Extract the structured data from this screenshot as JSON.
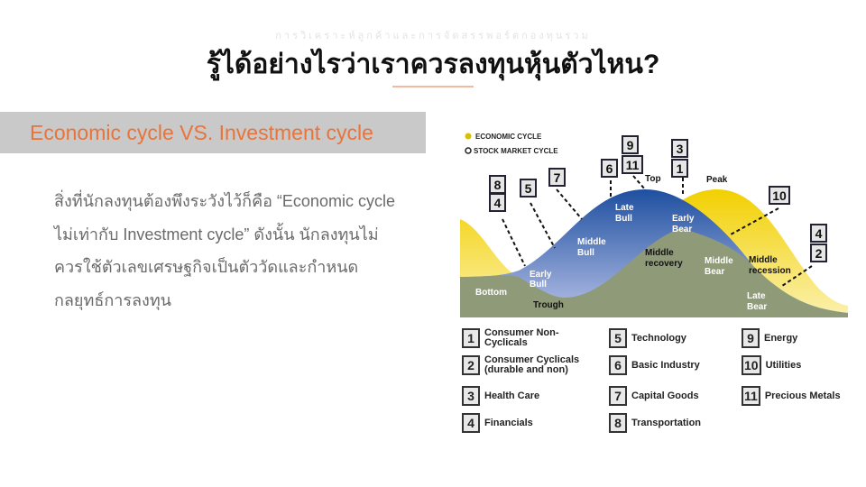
{
  "header": {
    "subtitle": "การวิเคราะห์ลูกค้าและการจัดสรรพอร์ตกองทุนรวม",
    "title": "รู้ได้อย่างไรว่าเราควรลงทุนหุ้นตัวไหน?"
  },
  "section": {
    "band_title": "Economic cycle VS. Investment cycle",
    "paragraph": "สิ่งที่นักลงทุนต้องพึงระวังไว้ก็คือ “Economic cycle ไม่เท่ากับ Investment cycle” ดังนั้น นักลงทุนไม่ควรใช้ตัวเลขเศรษฐกิจเป็นตัววัดและกำหนดกลยุทธ์การลงทุน"
  },
  "diagram": {
    "legend_top": [
      "ECONOMIC CYCLE",
      "STOCK MARKET CYCLE"
    ],
    "phases": {
      "bottom": "Bottom",
      "early_bull": [
        "Early",
        "Bull"
      ],
      "middle_bull": [
        "Middle",
        "Bull"
      ],
      "late_bull": [
        "Late",
        "Bull"
      ],
      "top": "Top",
      "trough": "Trough",
      "middle_recovery": [
        "Middle",
        "recovery"
      ],
      "peak": "Peak",
      "early_bear": [
        "Early",
        "Bear"
      ],
      "middle_bear": [
        "Middle",
        "Bear"
      ],
      "middle_recession": [
        "Middle",
        "recession"
      ],
      "late_bear": [
        "Late",
        "Bear"
      ]
    },
    "markers": {
      "m8": "8",
      "m4a": "4",
      "m5": "5",
      "m7": "7",
      "m6": "6",
      "m9": "9",
      "m11": "11",
      "m3": "3",
      "m1": "1",
      "m10": "10",
      "m4b": "4",
      "m2": "2"
    },
    "colors": {
      "economic": "#f0d020",
      "stock": "#2a56a8",
      "base": "#8f9a78"
    }
  },
  "legend": [
    {
      "n": "1",
      "label": "Consumer Non-Cyclicals"
    },
    {
      "n": "2",
      "label": "Consumer Cyclicals (durable and non)"
    },
    {
      "n": "3",
      "label": "Health Care"
    },
    {
      "n": "4",
      "label": "Financials"
    },
    {
      "n": "5",
      "label": "Technology"
    },
    {
      "n": "6",
      "label": "Basic Industry"
    },
    {
      "n": "7",
      "label": "Capital Goods"
    },
    {
      "n": "8",
      "label": "Transportation"
    },
    {
      "n": "9",
      "label": "Energy"
    },
    {
      "n": "10",
      "label": "Utilities"
    },
    {
      "n": "11",
      "label": "Precious Metals"
    }
  ]
}
